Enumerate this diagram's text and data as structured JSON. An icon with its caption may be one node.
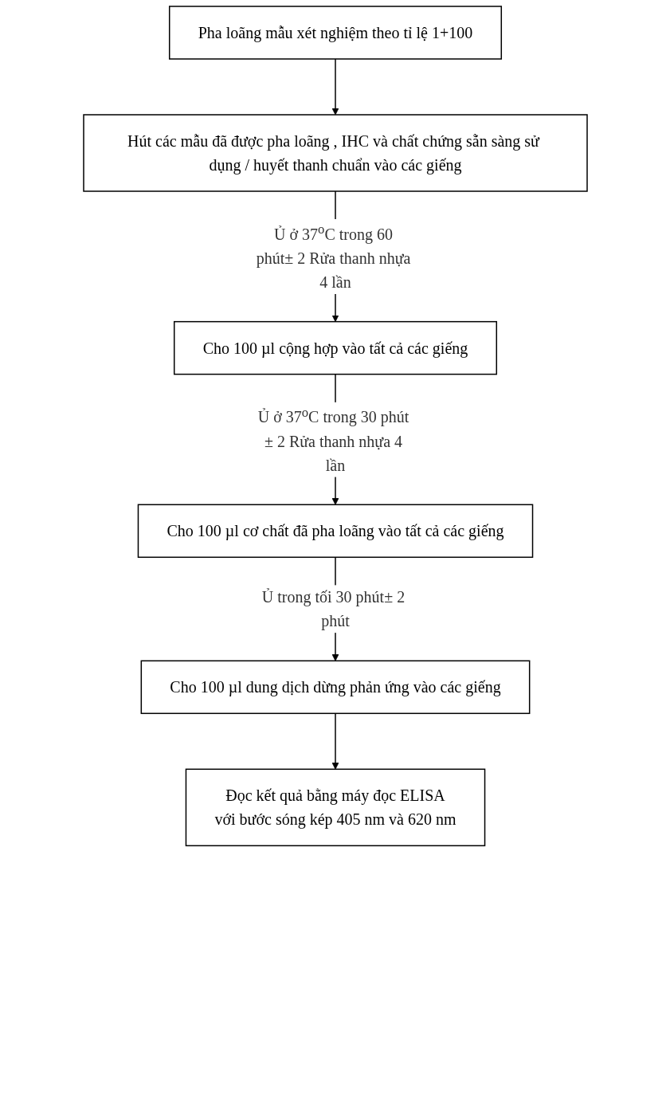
{
  "diagram": {
    "nodes": [
      {
        "text": [
          "Pha loãng mẫu xét nghiệm theo tỉ lệ 1+100"
        ]
      },
      {
        "text": [
          "Hút các mẫu đã được pha loãng , IHC và chất chứng sẵn sàng sử dụng / huyết thanh chuẩn vào các giếng"
        ]
      },
      {
        "text": [
          "Cho 100 µl cộng hợp vào tất cả các giếng"
        ]
      },
      {
        "text": [
          "Cho 100 µl cơ chất đã pha loãng vào tất cả các giếng"
        ]
      },
      {
        "text": [
          "Cho 100 µl dung dịch dừng phản ứng vào các giếng"
        ]
      },
      {
        "text": [
          "Đọc kết quả bằng máy đọc ELISA",
          "với bước sóng kép 405 nm và 620 nm"
        ]
      }
    ],
    "edges": [
      {
        "from": 0,
        "to": 1,
        "arrow": "to"
      },
      {
        "from": 1,
        "to": 2,
        "arrow": "to",
        "label": "Ủ ở 37$^{o}$C trong 60 phút± 2 Rửa thanh nhựa 4 lần"
      },
      {
        "from": 2,
        "to": 3,
        "arrow": "to",
        "label": "Ủ ở 37$^{o}$C trong 30 phút ± 2 Rửa thanh nhựa 4 lần"
      },
      {
        "from": 3,
        "to": 4,
        "arrow": "to",
        "label": "Ủ trong tối 30 phút± 2 phút"
      },
      {
        "from": 4,
        "to": 5,
        "arrow": "to"
      }
    ]
  }
}
